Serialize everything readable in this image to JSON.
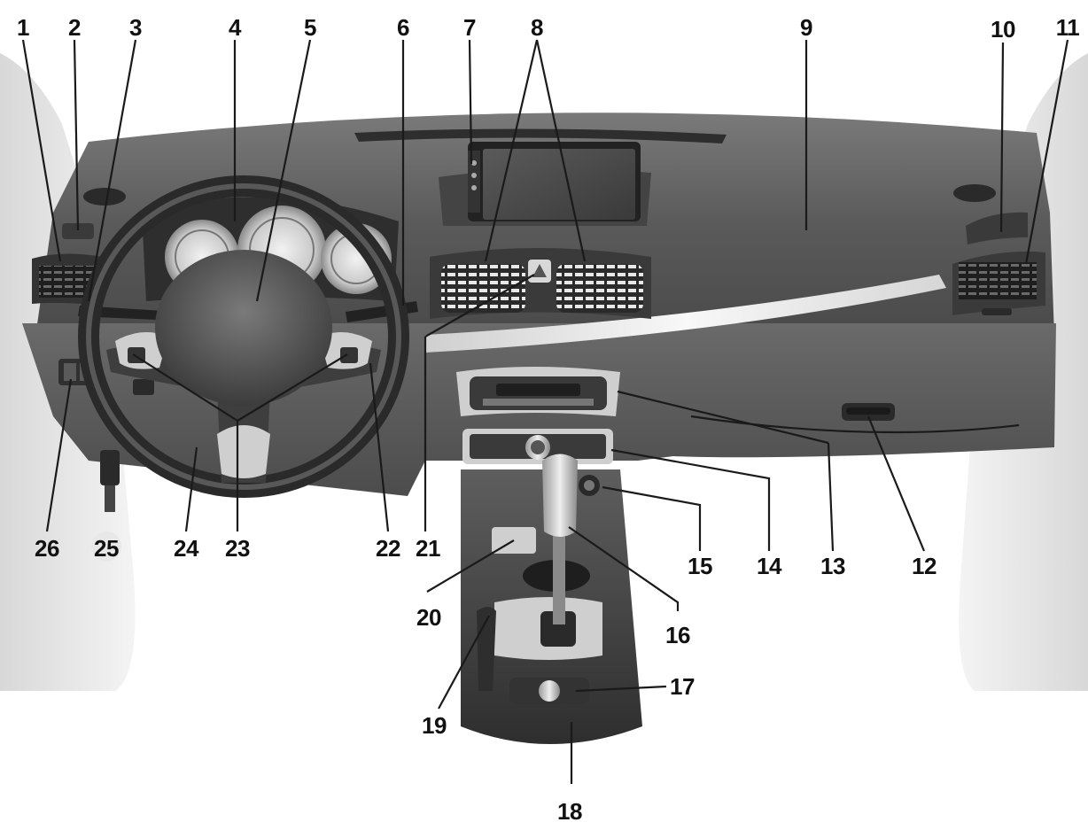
{
  "callouts": [
    {
      "id": "1",
      "text": "1"
    },
    {
      "id": "2",
      "text": "2"
    },
    {
      "id": "3",
      "text": "3"
    },
    {
      "id": "4",
      "text": "4"
    },
    {
      "id": "5",
      "text": "5"
    },
    {
      "id": "6",
      "text": "6"
    },
    {
      "id": "7",
      "text": "7"
    },
    {
      "id": "8",
      "text": "8"
    },
    {
      "id": "9",
      "text": "9"
    },
    {
      "id": "10",
      "text": "10"
    },
    {
      "id": "11",
      "text": "11"
    },
    {
      "id": "12",
      "text": "12"
    },
    {
      "id": "13",
      "text": "13"
    },
    {
      "id": "14",
      "text": "14"
    },
    {
      "id": "15",
      "text": "15"
    },
    {
      "id": "16",
      "text": "16"
    },
    {
      "id": "17",
      "text": "17"
    },
    {
      "id": "18",
      "text": "18"
    },
    {
      "id": "19",
      "text": "19"
    },
    {
      "id": "20",
      "text": "20"
    },
    {
      "id": "21",
      "text": "21"
    },
    {
      "id": "22",
      "text": "22"
    },
    {
      "id": "23",
      "text": "23"
    },
    {
      "id": "24",
      "text": "24"
    },
    {
      "id": "25",
      "text": "25"
    },
    {
      "id": "26",
      "text": "26"
    }
  ]
}
